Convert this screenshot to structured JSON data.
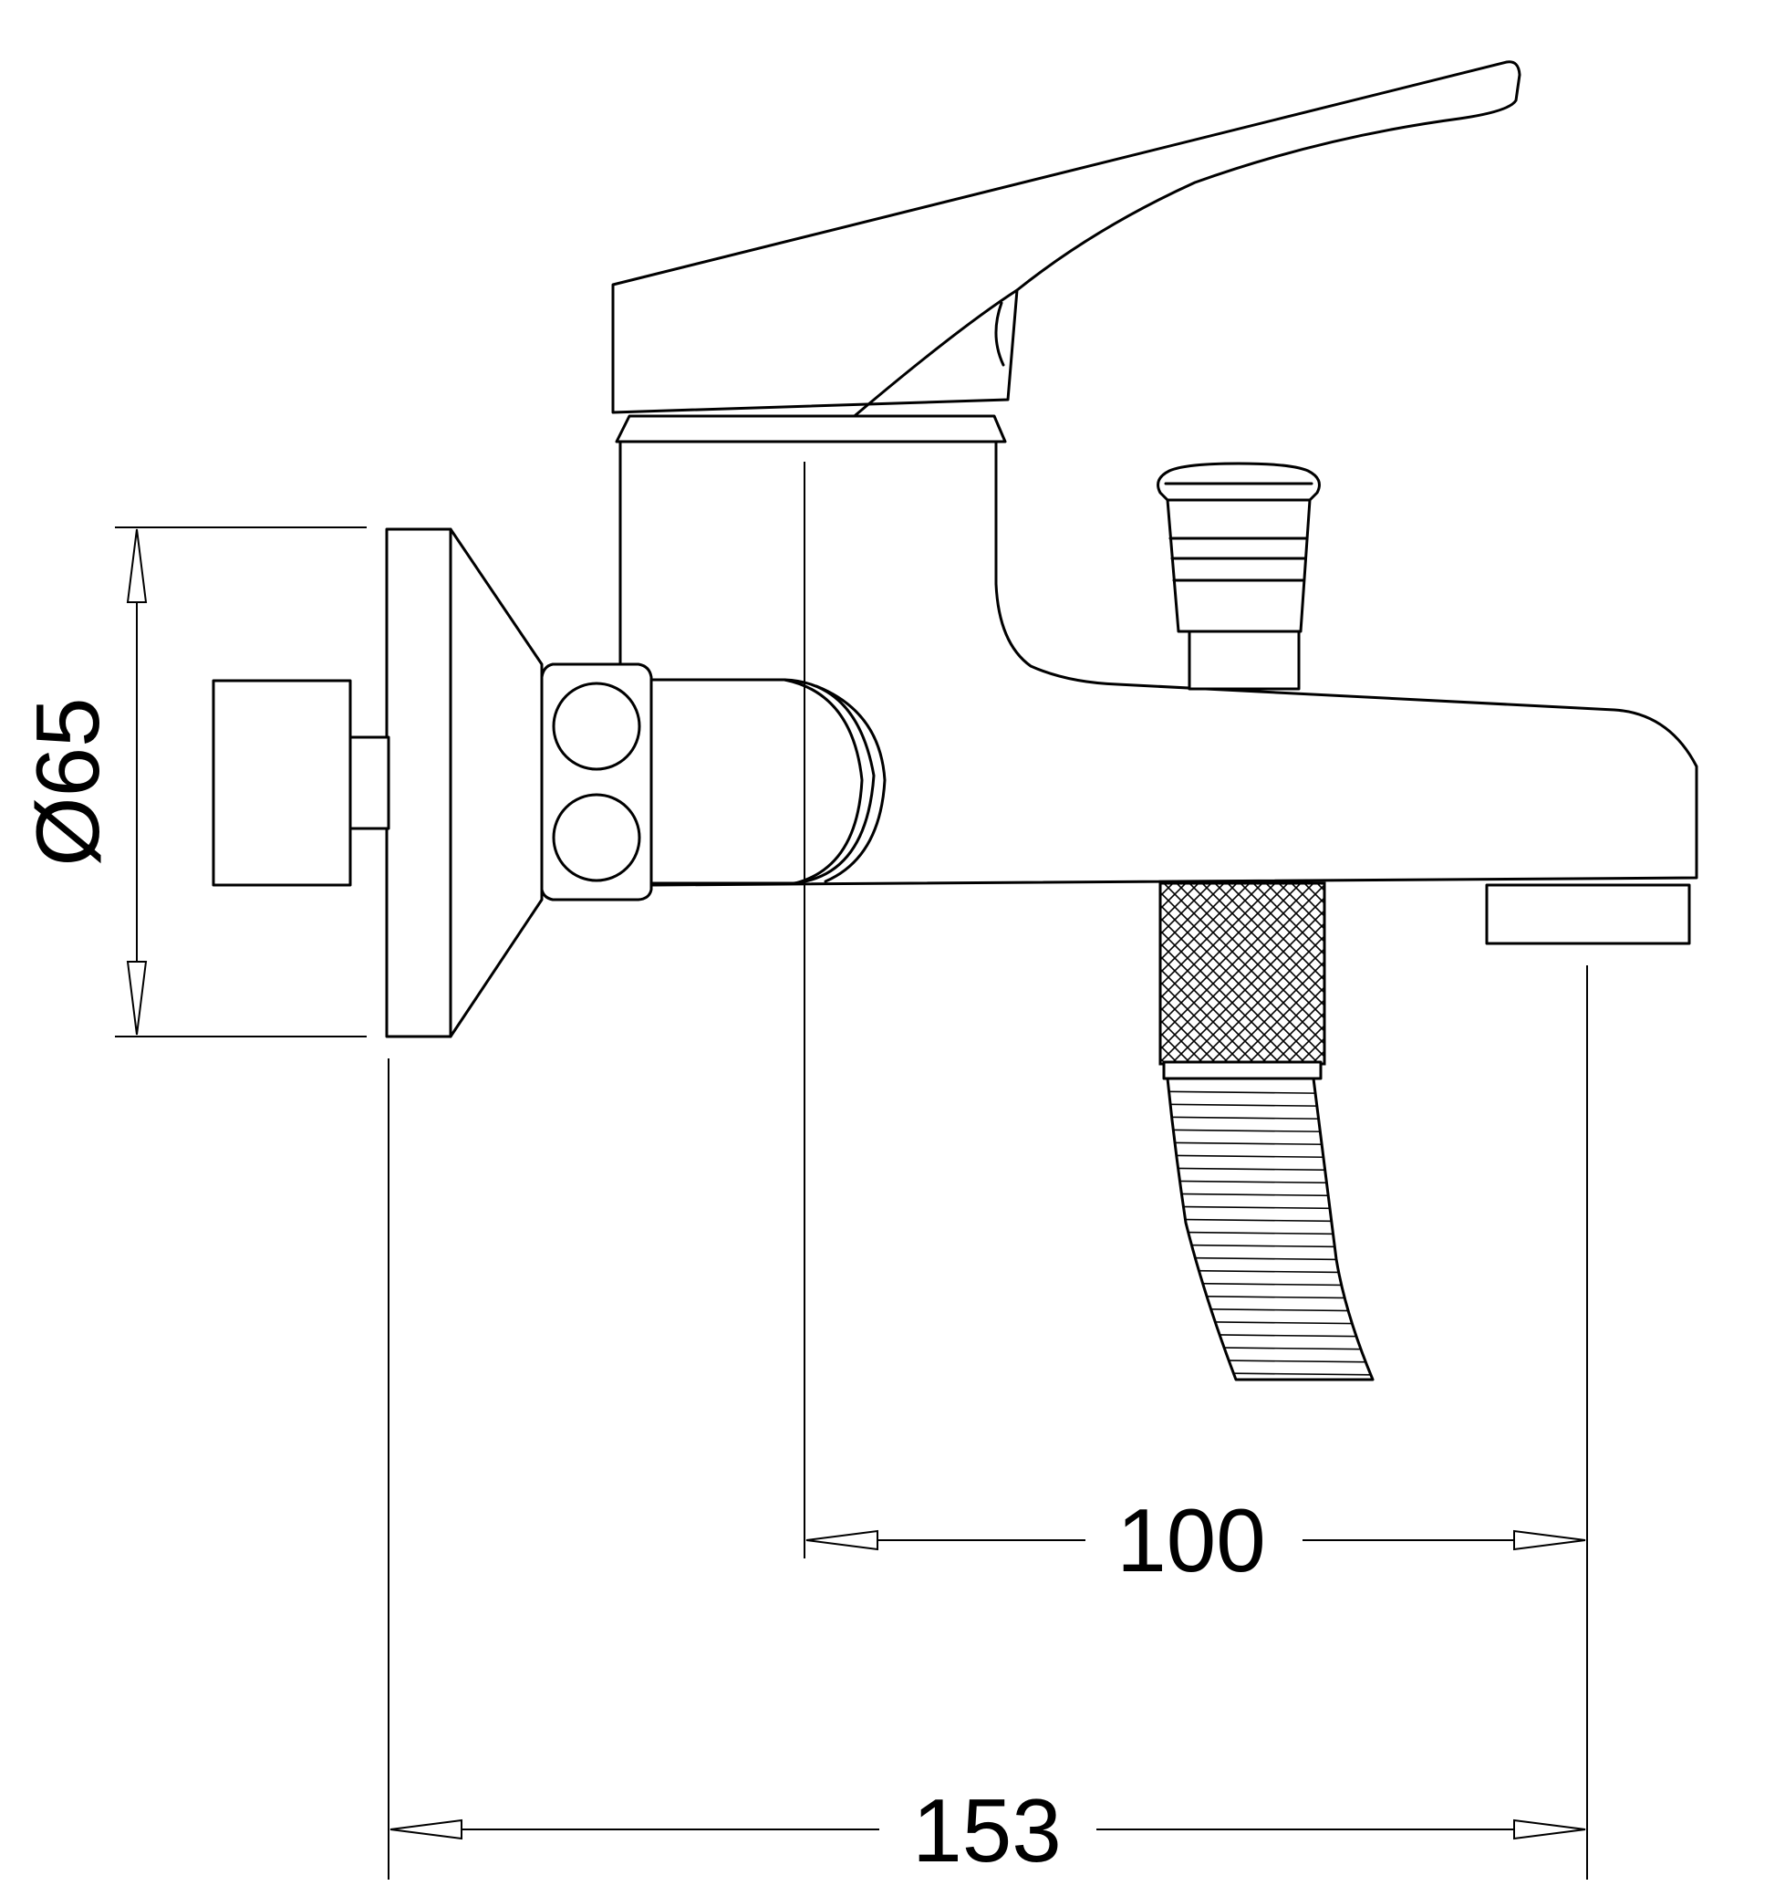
{
  "dimensions": {
    "diameter_label": "Ø65",
    "inner_width_label": "100",
    "overall_width_label": "153"
  },
  "colors": {
    "line": "#000000",
    "background": "#ffffff"
  }
}
